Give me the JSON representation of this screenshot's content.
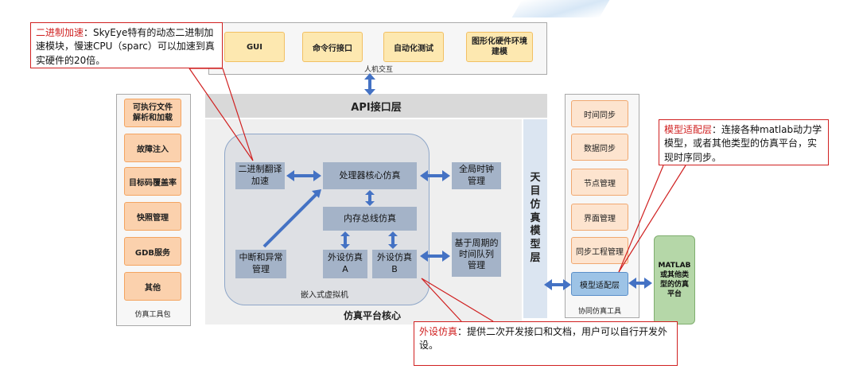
{
  "hci": {
    "items": [
      "GUI",
      "命令行接口",
      "自动化测试",
      "图形化硬件环境\n建模"
    ],
    "label": "人机交互"
  },
  "api_layer": "API接口层",
  "toolkit": {
    "items": [
      "可执行文件\n解析和加载",
      "故障注入",
      "目标码覆盖率",
      "快照管理",
      "GDB服务",
      "其他"
    ],
    "label": "仿真工具包"
  },
  "core": {
    "binary_translation": "二进制翻译\n加速",
    "processor_core": "处理器核心仿真",
    "global_clock": "全局时钟\n管理",
    "memory_bus": "内存总线仿真",
    "interrupt": "中断和异常\n管理",
    "peripheral_a": "外设仿真\nA",
    "peripheral_b": "外设仿真\nB",
    "time_queue": "基于周期的\n时间队列\n管理",
    "embedded_vm": "嵌入式虚拟机",
    "platform_core": "仿真平台核心"
  },
  "tianmu_layer": "天\n目\n仿\n真\n模\n型\n层",
  "cosim": {
    "items": [
      "时间同步",
      "数据同步",
      "节点管理",
      "界面管理",
      "同步工程管理",
      "模型适配层"
    ],
    "label": "协同仿真工具"
  },
  "matlab_box": "MATLAB\n或其他类\n型的仿真\n平台",
  "callouts": {
    "binary": {
      "title": "二进制加速",
      "text": "：SkyEye特有的动态二进制加速模块，慢速CPU（sparc）可以加速到真实硬件的20倍。"
    },
    "model": {
      "title": "模型适配层",
      "text": "：连接各种matlab动力学模型，或者其他类型的仿真平台，实现时序同步。"
    },
    "peripheral": {
      "title": "外设仿真",
      "text": "：提供二次开发接口和文档，用户可以自行开发外设。"
    }
  },
  "colors": {
    "steel": "#a4b3c8",
    "arrow_blue": "#4472c4",
    "callout_red": "#d02020",
    "orange": "#fbd1ad",
    "yellow": "#fde8b0",
    "green": "#b5d7a8"
  }
}
